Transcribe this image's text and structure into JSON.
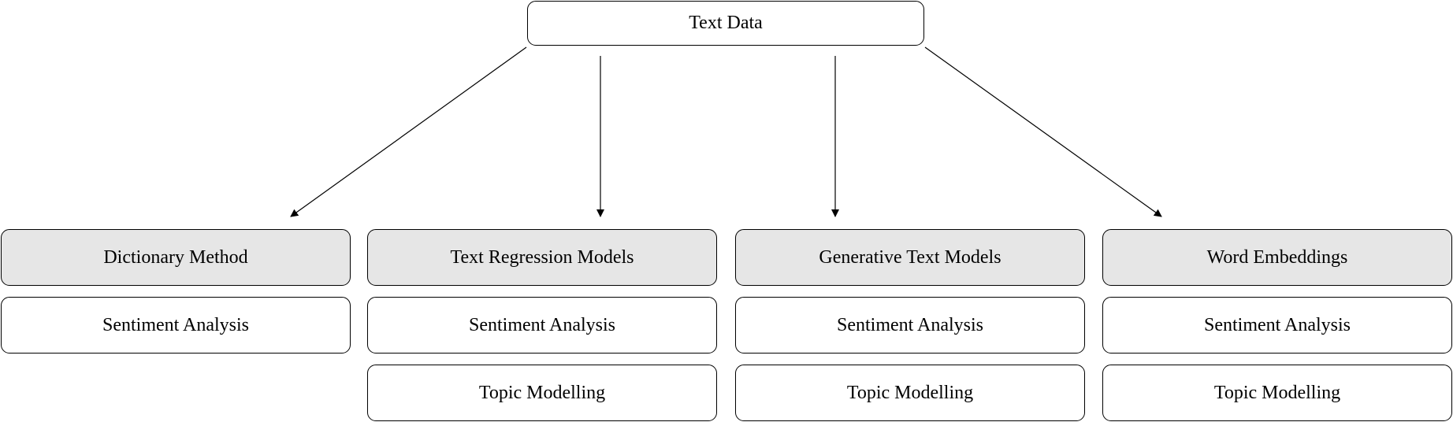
{
  "root": {
    "label": "Text Data"
  },
  "methods": [
    {
      "label": "Dictionary Method",
      "tasks": [
        "Sentiment Analysis"
      ]
    },
    {
      "label": "Text Regression Models",
      "tasks": [
        "Sentiment Analysis",
        "Topic Modelling"
      ]
    },
    {
      "label": "Generative Text Models",
      "tasks": [
        "Sentiment Analysis",
        "Topic Modelling"
      ]
    },
    {
      "label": "Word Embeddings",
      "tasks": [
        "Sentiment Analysis",
        "Topic Modelling"
      ]
    }
  ],
  "colors": {
    "method_fill": "#e6e6e6",
    "task_fill": "#ffffff",
    "line": "#000000"
  }
}
